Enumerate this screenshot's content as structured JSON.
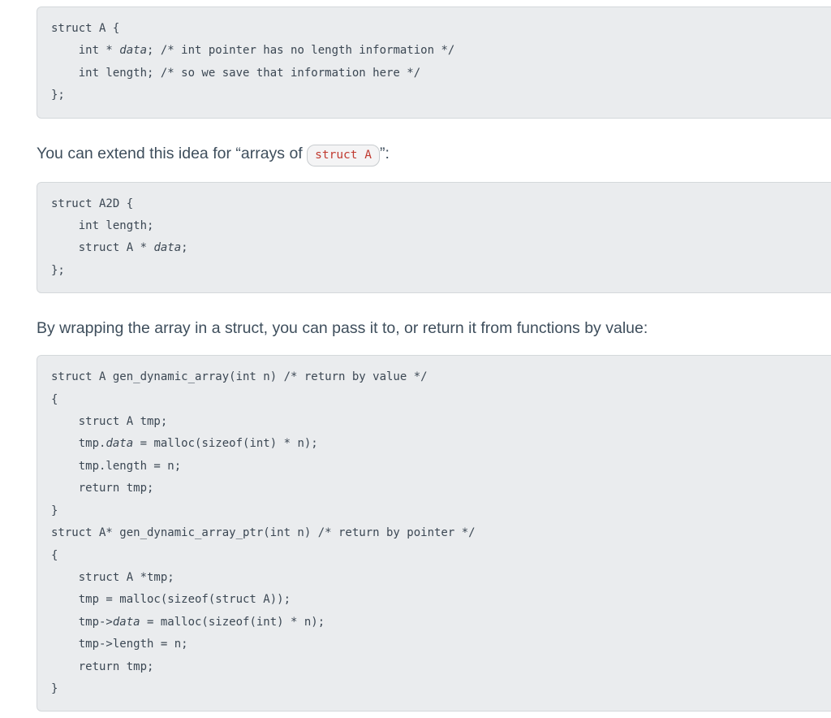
{
  "colors": {
    "code_block_bg": "#eaecee",
    "code_block_border": "#d4d8db",
    "code_text": "#3b4753",
    "prose_text": "#3e4e5c",
    "inline_code_text": "#c03a30",
    "inline_code_bg": "#f4f4f5",
    "inline_code_border": "#c8cccf",
    "page_bg": "#ffffff"
  },
  "paragraphs": {
    "extend": {
      "prefix": "You can extend this idea for “arrays of ",
      "inline_code": "struct A",
      "suffix": "”:"
    },
    "wrap": "By wrapping the array in a struct, you can pass it to, or return it from functions by value:"
  },
  "code_blocks": [
    {
      "name": "struct-a-definition",
      "italic_token": "data",
      "lines": [
        "struct A {",
        "    int * data; /* int pointer has no length information */",
        "    int length; /* so we save that information here */",
        "};"
      ]
    },
    {
      "name": "struct-a2d-definition",
      "italic_token": "data",
      "lines": [
        "struct A2D {",
        "    int length;",
        "    struct A * data;",
        "};"
      ]
    },
    {
      "name": "dynamic-array-functions",
      "italic_token": "data",
      "lines": [
        "struct A gen_dynamic_array(int n) /* return by value */",
        "{",
        "    struct A tmp;",
        "    tmp.data = malloc(sizeof(int) * n);",
        "    tmp.length = n;",
        "    return tmp;",
        "}",
        "struct A* gen_dynamic_array_ptr(int n) /* return by pointer */",
        "{",
        "    struct A *tmp;",
        "    tmp = malloc(sizeof(struct A));",
        "    tmp->data = malloc(sizeof(int) * n);",
        "    tmp->length = n;",
        "    return tmp;",
        "}"
      ]
    }
  ]
}
